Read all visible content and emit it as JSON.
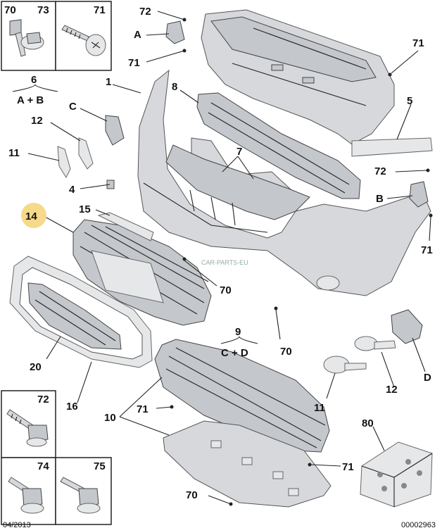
{
  "callouts": {
    "c1": "1",
    "c4": "4",
    "c5": "5",
    "c6": "6",
    "c7": "7",
    "c8": "8",
    "c9": "9",
    "c10": "10",
    "c11a": "11",
    "c11b": "11",
    "c12a": "12",
    "c12b": "12",
    "c14": "14",
    "c15": "15",
    "c16": "16",
    "c20": "20",
    "c70a": "70",
    "c70b": "70",
    "c70c": "70",
    "c71a": "71",
    "c71b": "71",
    "c71c": "71",
    "c71d": "71",
    "c71e": "71",
    "c72a": "72",
    "c72b": "72",
    "cA": "A",
    "cB": "B",
    "cC": "C",
    "cD": "D",
    "c80": "80"
  },
  "groups": {
    "g6_sub": "A + B",
    "g9_sub": "C + D"
  },
  "fastener_boxes": {
    "b70": "70",
    "b73": "73",
    "b71": "71",
    "b72": "72",
    "b74": "74",
    "b75": "75"
  },
  "watermark": "CAR-PARTS-EU",
  "footer": {
    "left": "04/2013",
    "right": "00002963"
  },
  "colors": {
    "highlight": "#f6d98a",
    "part_fill": "#d6d8db",
    "line": "#222222"
  }
}
